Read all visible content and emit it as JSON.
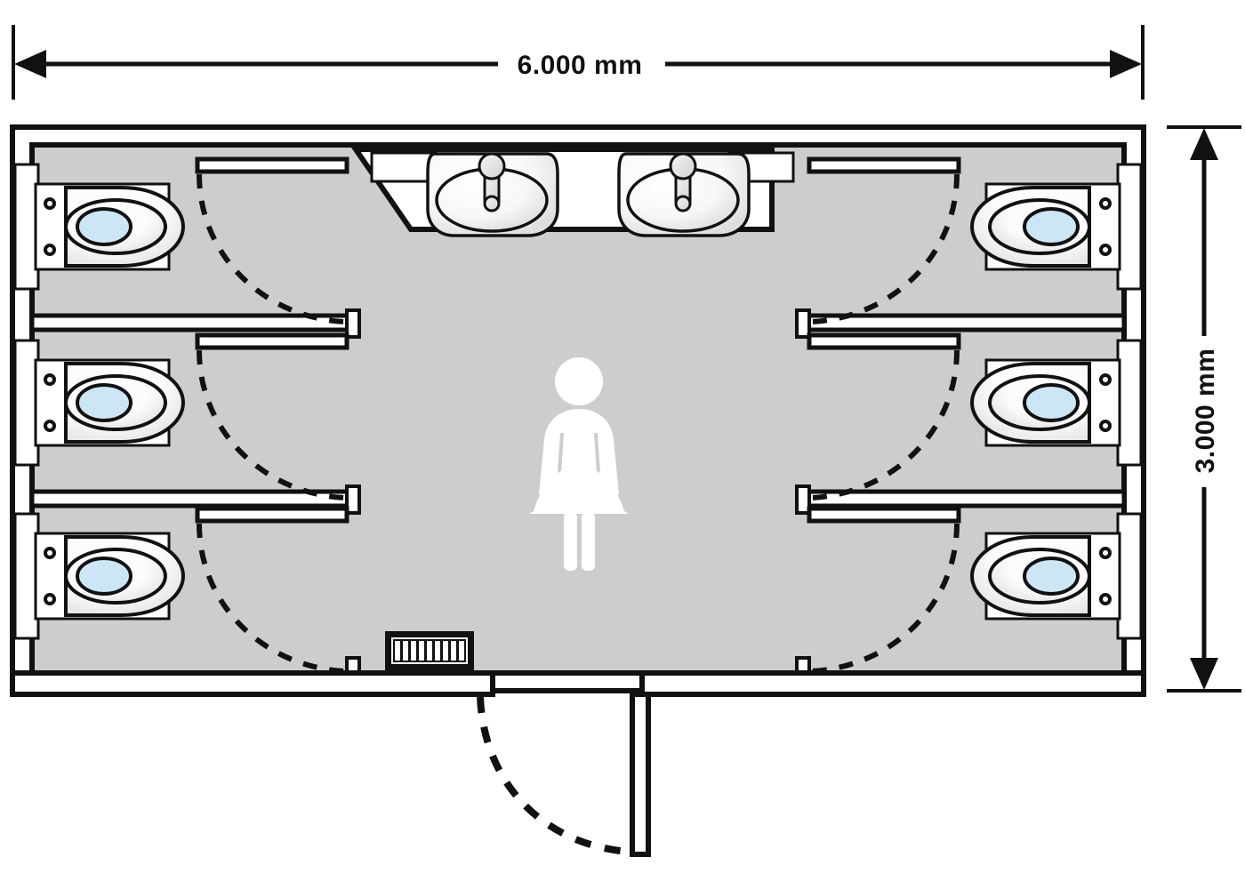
{
  "drawing": {
    "type": "architectural-floor-plan",
    "subject": "Womens sanitary container / toilet block floor plan",
    "view": "plan view from above"
  },
  "dimensions": {
    "width_label": "6.000 mm",
    "height_label": "3.000 mm",
    "width_value": 6000,
    "height_value": 3000,
    "unit": "mm"
  },
  "colors": {
    "floor_fill": "#cdcdcd",
    "fixture_fill": "#ffffff",
    "water_fill": "#cce6f6",
    "line": "#111111",
    "paper": "#ffffff",
    "pictogram": "#ffffff"
  },
  "fixtures": {
    "toilet_count": 6,
    "toilet_label": "wc-toilet",
    "sink_count": 2,
    "sink_label": "wash-basin",
    "cubicle_count": 6,
    "vent_label": "floor-vent-grille",
    "entrance_label": "entrance-door"
  },
  "pictogram": {
    "name": "female-restroom-symbol",
    "label": "Women"
  },
  "cubicles": [
    {
      "id": "left-cubicle-1",
      "side": "left",
      "index": 1
    },
    {
      "id": "left-cubicle-2",
      "side": "left",
      "index": 2
    },
    {
      "id": "left-cubicle-3",
      "side": "left",
      "index": 3
    },
    {
      "id": "right-cubicle-1",
      "side": "right",
      "index": 1
    },
    {
      "id": "right-cubicle-2",
      "side": "right",
      "index": 2
    },
    {
      "id": "right-cubicle-3",
      "side": "right",
      "index": 3
    }
  ]
}
